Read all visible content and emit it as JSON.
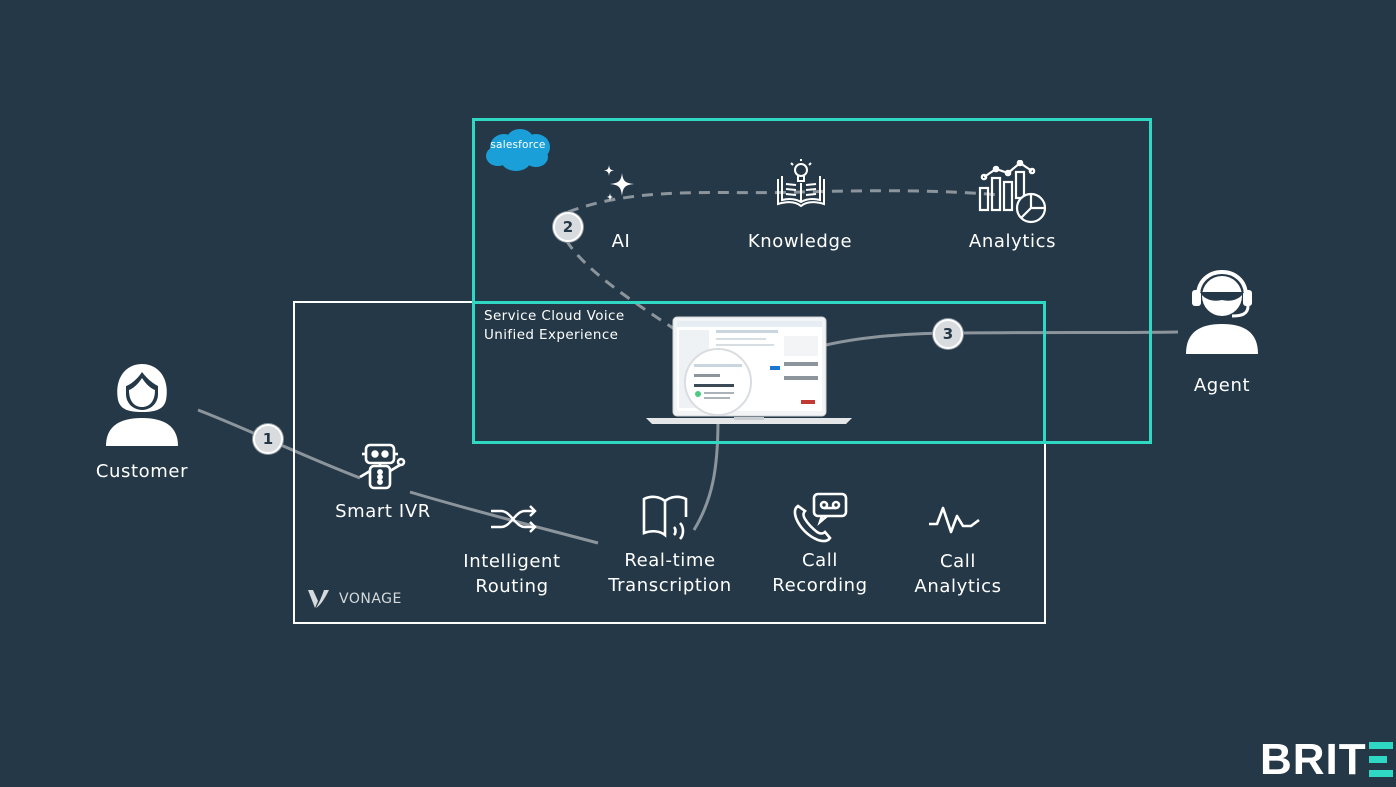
{
  "salesforce": {
    "logo_text": "salesforce",
    "items": [
      {
        "label": "AI",
        "icon": "sparkles-icon"
      },
      {
        "label": "Knowledge",
        "icon": "book-lightbulb-icon"
      },
      {
        "label": "Analytics",
        "icon": "bar-pie-chart-icon"
      }
    ]
  },
  "service_cloud": {
    "line1": "Service Cloud Voice",
    "line2": "Unified Experience",
    "laptop_icon": "laptop-screen-icon"
  },
  "actors": {
    "customer": {
      "label": "Customer",
      "icon": "woman-user-icon"
    },
    "agent": {
      "label": "Agent",
      "icon": "headset-agent-icon"
    }
  },
  "vonage": {
    "logo_text": "VONAGE",
    "items": [
      {
        "label": "Smart IVR",
        "icon": "robot-icon"
      },
      {
        "label_line1": "Intelligent",
        "label_line2": "Routing",
        "icon": "shuffle-icon"
      },
      {
        "label_line1": "Real-time",
        "label_line2": "Transcription",
        "icon": "open-book-speech-icon"
      },
      {
        "label_line1": "Call",
        "label_line2": "Recording",
        "icon": "phone-voicemail-icon"
      },
      {
        "label_line1": "Call",
        "label_line2": "Analytics",
        "icon": "pulse-wave-icon"
      }
    ]
  },
  "steps": [
    "1",
    "2",
    "3"
  ],
  "brand": {
    "text": "BRIT",
    "accent": "#2ed8c2"
  },
  "colors": {
    "background": "#253847",
    "salesforce_frame": "#2ed8c2",
    "vonage_frame": "#ffffff",
    "connector": "#9aa1a7"
  }
}
